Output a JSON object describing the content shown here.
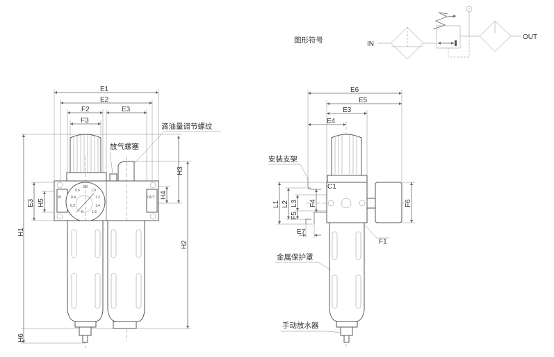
{
  "symbol": {
    "title": "图形符号",
    "in": "IN",
    "out": "OUT"
  },
  "front_view": {
    "dims": {
      "E1": "E1",
      "E2": "E2",
      "F2": "F2",
      "F3": "F3",
      "E3": "E3",
      "H1": "H1",
      "H2": "H2",
      "H3": "H3",
      "H4": "H4",
      "H5": "H5",
      "H6": "H6",
      "E3v": "E3"
    },
    "callouts": {
      "oil_drip_thread": "滴油量调节螺纹",
      "vent_plug": "放气螺塞"
    },
    "port_in": "IN",
    "port_out": "OUT",
    "gauge_ticks": [
      "0",
      "0.2",
      "0.4",
      "0.6",
      "0.8",
      "1.0",
      "1.2",
      "1.4",
      "1.6"
    ]
  },
  "side_view": {
    "dims": {
      "E6": "E6",
      "E5": "E5",
      "E3": "E3",
      "E4": "E4",
      "L1": "L1",
      "L2": "L2",
      "L3": "L3",
      "F4": "F4",
      "F5": "F5",
      "E7": "E7",
      "C1": "C1",
      "F1": "F1",
      "F6": "F6"
    },
    "callouts": {
      "bracket": "安装支架",
      "metal_guard": "金属保护罩",
      "manual_drain": "手动放水器"
    }
  }
}
